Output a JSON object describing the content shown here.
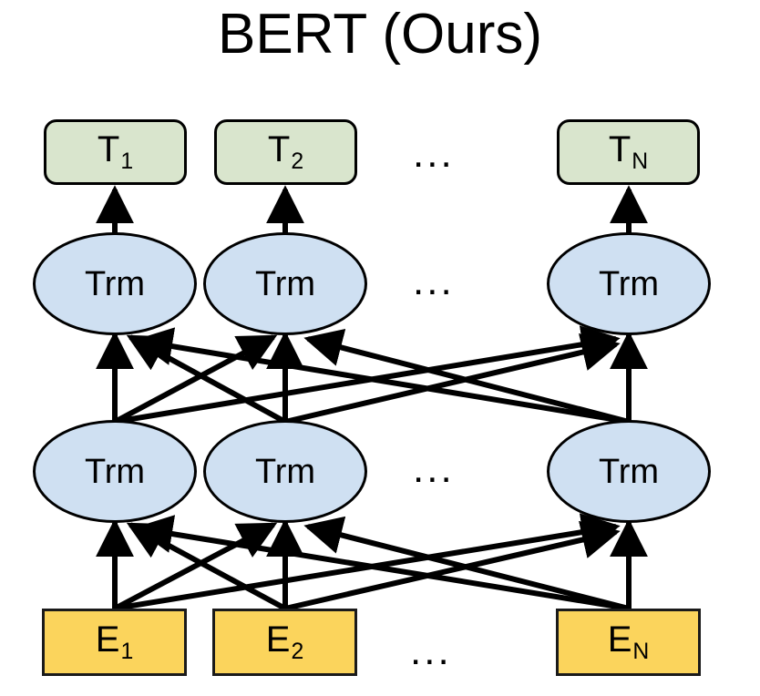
{
  "title": "BERT (Ours)",
  "diagram": {
    "kind": "neural-network-architecture",
    "ellipsis": "...",
    "layers": [
      {
        "id": "output-tokens",
        "name": "output token representations",
        "shape": "rounded-rectangle",
        "fill": "#d9e5cd",
        "stroke": "#000000",
        "nodes": [
          {
            "base": "T",
            "sub": "1"
          },
          {
            "base": "T",
            "sub": "2"
          },
          {
            "base": "T",
            "sub": "N"
          }
        ]
      },
      {
        "id": "transformer-upper",
        "name": "transformer layer 2",
        "shape": "ellipse",
        "fill": "#cfe0f2",
        "stroke": "#000000",
        "nodes": [
          {
            "base": "Trm",
            "sub": ""
          },
          {
            "base": "Trm",
            "sub": ""
          },
          {
            "base": "Trm",
            "sub": ""
          }
        ]
      },
      {
        "id": "transformer-lower",
        "name": "transformer layer 1",
        "shape": "ellipse",
        "fill": "#cfe0f2",
        "stroke": "#000000",
        "nodes": [
          {
            "base": "Trm",
            "sub": ""
          },
          {
            "base": "Trm",
            "sub": ""
          },
          {
            "base": "Trm",
            "sub": ""
          }
        ]
      },
      {
        "id": "input-embeddings",
        "name": "input embeddings",
        "shape": "rectangle",
        "fill": "#fbd45c",
        "stroke": "#1a1a1a",
        "nodes": [
          {
            "base": "E",
            "sub": "1"
          },
          {
            "base": "E",
            "sub": "2"
          },
          {
            "base": "E",
            "sub": "N"
          }
        ]
      }
    ],
    "connections": {
      "embeddings_to_transformer_lower": "fully-connected",
      "transformer_lower_to_upper": "fully-connected",
      "transformer_upper_to_outputs": "one-to-one"
    },
    "arrow_color": "#000000"
  }
}
